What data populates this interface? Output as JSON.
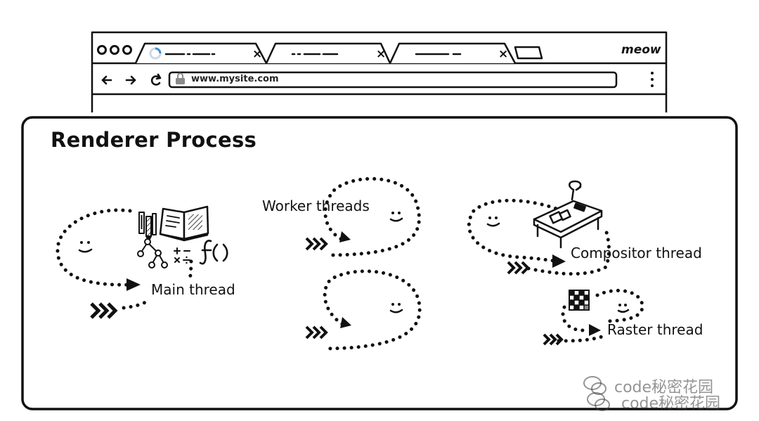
{
  "browser": {
    "menu_label": "meow",
    "address_url": "www.mysite.com",
    "tabs": [
      {
        "close_glyph": "×"
      },
      {
        "close_glyph": "×"
      },
      {
        "close_glyph": "×"
      }
    ]
  },
  "renderer": {
    "title": "Renderer Process",
    "threads": [
      {
        "label": "Main thread"
      },
      {
        "label": "Worker threads"
      },
      {
        "label": "Compositor thread"
      },
      {
        "label": "Raster thread"
      }
    ]
  },
  "watermark": {
    "text": "code秘密花园"
  },
  "colors": {
    "stroke": "#111111",
    "tab_loading_accent": "#3b8fd6",
    "background": "#ffffff"
  }
}
